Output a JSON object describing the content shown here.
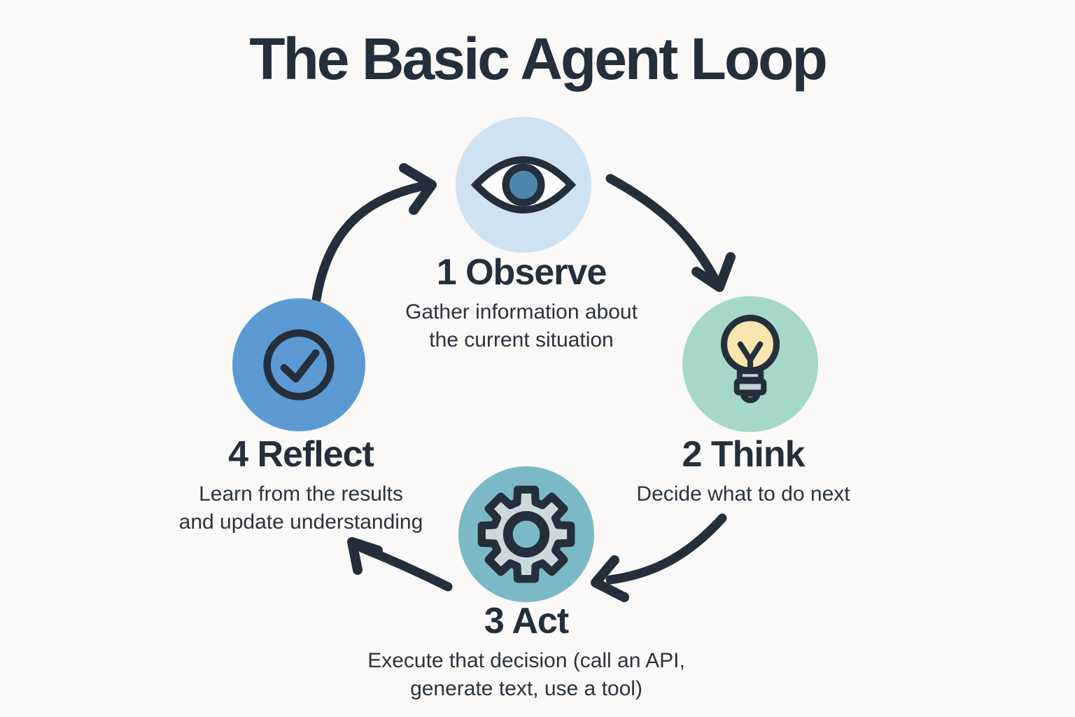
{
  "title": "The Basic Agent Loop",
  "colors": {
    "background": "#faf9f7",
    "ink": "#252f3b",
    "observe_circle": "#cfe2f1",
    "think_circle": "#a5d8c8",
    "act_circle": "#7cb9c6",
    "reflect_circle": "#5b9ad3",
    "eye_sclera": "#fdfdfc",
    "eye_pupil": "#4e86ad",
    "bulb_fill": "#f8e5af",
    "bulb_base": "#c3d3da",
    "gear_fill": "#ccd9dc",
    "gear_hole": "#7cb9c6"
  },
  "steps": [
    {
      "id": "observe",
      "number": "1",
      "label": "Observe",
      "description": "Gather information about\nthe current situation",
      "circle_color": "#cfe2f1",
      "icon": "eye-icon"
    },
    {
      "id": "think",
      "number": "2",
      "label": "Think",
      "description": "Decide what to do next",
      "circle_color": "#a5d8c8",
      "icon": "lightbulb-icon"
    },
    {
      "id": "act",
      "number": "3",
      "label": "Act",
      "description": "Execute that decision (call an API,\ngenerate text, use a tool)",
      "circle_color": "#7cb9c6",
      "icon": "gear-icon"
    },
    {
      "id": "reflect",
      "number": "4",
      "label": "Reflect",
      "description": "Learn from the results\nand update understanding",
      "circle_color": "#5b9ad3",
      "icon": "check-icon"
    }
  ],
  "arrows": [
    {
      "from": "Reflect",
      "to": "Observe"
    },
    {
      "from": "Observe",
      "to": "Think"
    },
    {
      "from": "Think",
      "to": "Act"
    },
    {
      "from": "Act",
      "to": "Reflect"
    }
  ]
}
